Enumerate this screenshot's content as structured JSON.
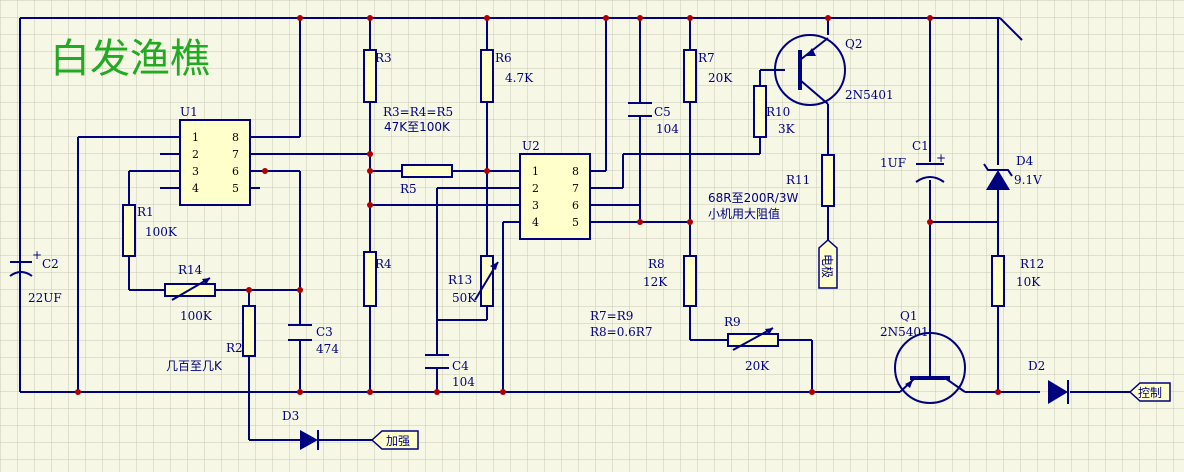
{
  "title": "白发渔樵",
  "colors": {
    "wire": "#000080",
    "junction": "#b00000",
    "title": "#22aa22",
    "component_fill": "#ffffcc",
    "background": "#f6f7e4",
    "grid": "#c9c9b9"
  },
  "ic": {
    "u1": {
      "name": "U1",
      "pins": [
        "1",
        "2",
        "3",
        "4",
        "8",
        "7",
        "6",
        "5"
      ]
    },
    "u2": {
      "name": "U2",
      "pins": [
        "1",
        "2",
        "3",
        "4",
        "8",
        "7",
        "6",
        "5"
      ]
    }
  },
  "labels": {
    "r1": "R1",
    "r1v": "100K",
    "r2": "R2",
    "r2v": "几百至几K",
    "r3": "R3",
    "r4": "R4",
    "r5": "R5",
    "r345": "R3=R4=R5",
    "r345v": "47K至100K",
    "r6": "R6",
    "r6v": "4.7K",
    "r7": "R7",
    "r7v": "20K",
    "r8": "R8",
    "r8v": "12K",
    "r9": "R9",
    "r9v": "20K",
    "r10": "R10",
    "r10v": "3K",
    "r11": "R11",
    "r11v1": "68R至200R/3W",
    "r11v2": "小机用大阻值",
    "r12": "R12",
    "r12v": "10K",
    "r13": "R13",
    "r13v": "50K",
    "r14": "R14",
    "r14v": "100K",
    "c1": "C1",
    "c1v": "1UF",
    "c2": "C2",
    "c2v": "22UF",
    "c3": "C3",
    "c3v": "474",
    "c4": "C4",
    "c4v": "104",
    "c5": "C5",
    "c5v": "104",
    "q1": "Q1",
    "q1v": "2N5401",
    "q2": "Q2",
    "q2v": "2N5401",
    "d2": "D2",
    "d3": "D3",
    "d4": "D4",
    "d4v": "9.1V",
    "eq1": "R7=R9",
    "eq2": "R8=0.6R7"
  },
  "ports": {
    "boost": "加强",
    "control": "控制",
    "output": "电极"
  }
}
